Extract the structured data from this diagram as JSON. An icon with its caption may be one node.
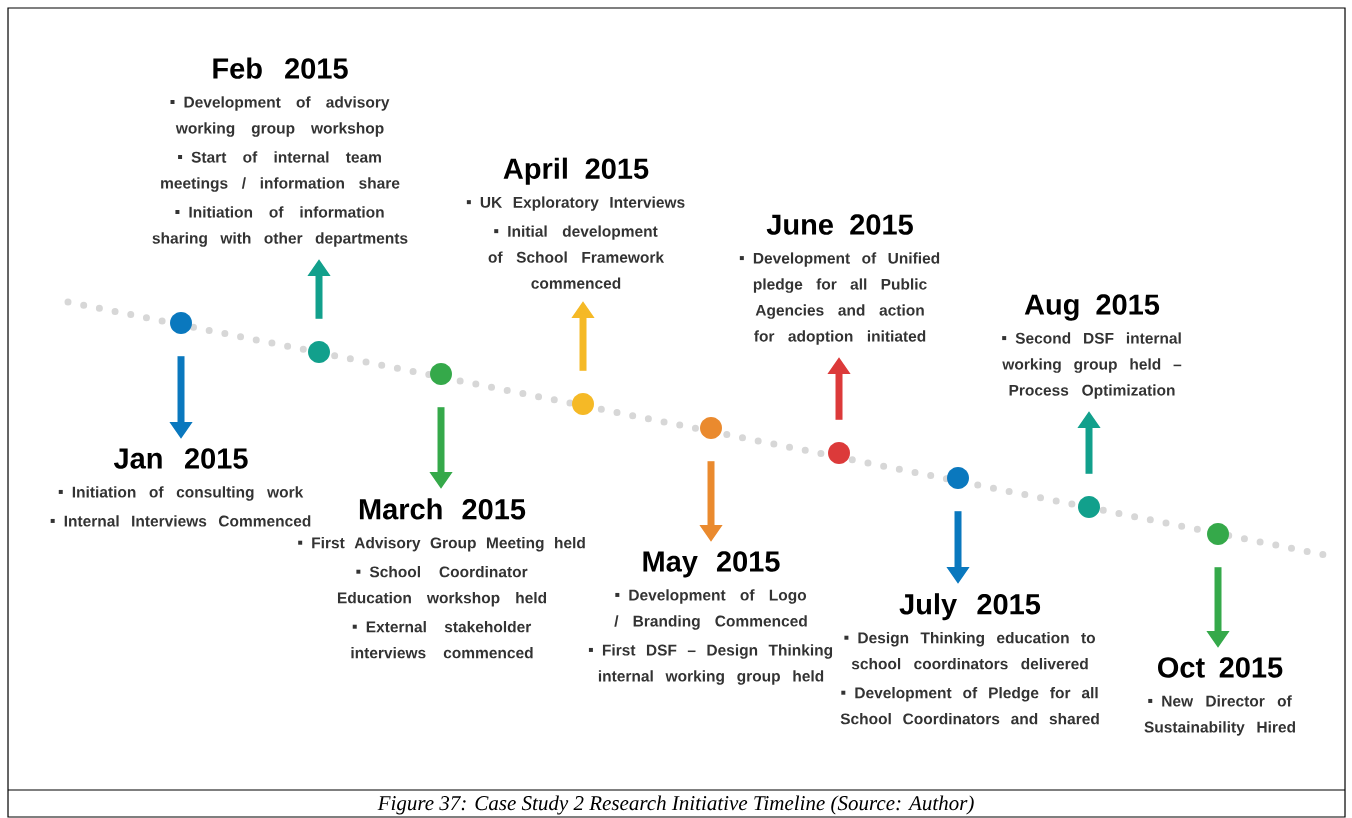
{
  "diagram": {
    "caption": "Figure 37: Case Study 2 Research Initiative Timeline (Source: Author)",
    "nodes": [
      {
        "text": [],
        "shape": "circle"
      },
      {
        "text": [],
        "shape": "circle"
      },
      {
        "text": [],
        "shape": "circle"
      },
      {
        "text": [],
        "shape": "circle"
      },
      {
        "text": [],
        "shape": "circle"
      },
      {
        "text": [],
        "shape": "circle"
      },
      {
        "text": [],
        "shape": "circle"
      },
      {
        "text": [],
        "shape": "circle"
      },
      {
        "text": [],
        "shape": "circle"
      },
      {
        "text": [
          "Jan 2015",
          "Initiation of consulting work",
          "Internal Interviews Commenced"
        ]
      },
      {
        "text": [
          "Feb 2015",
          "Development of advisory working group workshop",
          "Start of internal team meetings / information share",
          "Initiation of information sharing with other departments"
        ]
      },
      {
        "text": [
          "March 2015",
          "First Advisory Group Meeting held",
          "School Coordinator Education workshop held",
          "External stakeholder interviews commenced"
        ]
      },
      {
        "text": [
          "April 2015",
          "UK Exploratory Interviews",
          "Initial development of School Framework commenced"
        ]
      },
      {
        "text": [
          "May 2015",
          "Development of Logo / Branding Commenced",
          "First DSF – Design Thinking internal working group held"
        ]
      },
      {
        "text": [
          "June 2015",
          "Development of Unified pledge for all Public Agencies  and action for adoption initiated"
        ]
      },
      {
        "text": [
          "July 2015",
          "Design Thinking education to school coordinators delivered",
          "Development of Pledge for all School Coordinators and shared"
        ]
      },
      {
        "text": [
          "Aug 2015",
          "Second DSF internal working group held – Process Optimization"
        ]
      },
      {
        "text": [
          "Oct 2015",
          "New Director of Sustainability Hired"
        ]
      }
    ],
    "edges": [
      {
        "from": 0,
        "to": 9,
        "arrow": "to",
        "color": "#0a78be"
      },
      {
        "from": 1,
        "to": 10,
        "arrow": "to",
        "color": "#12a08c"
      },
      {
        "from": 2,
        "to": 11,
        "arrow": "to",
        "color": "#35a94a"
      },
      {
        "from": 3,
        "to": 12,
        "arrow": "to",
        "color": "#f5b926"
      },
      {
        "from": 4,
        "to": 13,
        "arrow": "to",
        "color": "#ea8a2e"
      },
      {
        "from": 5,
        "to": 14,
        "arrow": "to",
        "color": "#dc3a3a"
      },
      {
        "from": 6,
        "to": 15,
        "arrow": "to",
        "color": "#0a78be"
      },
      {
        "from": 7,
        "to": 16,
        "arrow": "to",
        "color": "#12a08c"
      },
      {
        "from": 8,
        "to": 17,
        "arrow": "to",
        "color": "#35a94a"
      }
    ]
  }
}
